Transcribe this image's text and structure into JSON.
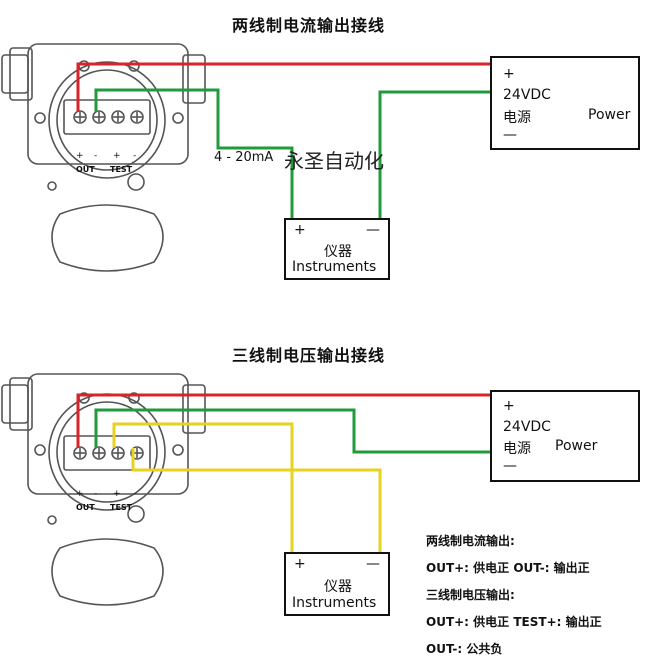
{
  "diagram1": {
    "title": "两线制电流输出接线",
    "power": {
      "plus": "+",
      "voltage": "24VDC",
      "name": "电源",
      "label": "Power",
      "minus": "—"
    },
    "instrument": {
      "plus": "+",
      "minus": "—",
      "name": "仪器",
      "label": "Instruments"
    },
    "signal": "4 - 20mA",
    "watermark": "永圣自动化",
    "terminal_labels": {
      "plus1": "+",
      "minus1": "-",
      "plus2": "+",
      "minus2": "-",
      "out": "OUT",
      "test": "TEST"
    }
  },
  "diagram2": {
    "title": "三线制电压输出接线",
    "power": {
      "plus": "+",
      "voltage": "24VDC",
      "name": "电源",
      "label": "Power",
      "minus": "—"
    },
    "instrument": {
      "plus": "+",
      "minus": "—",
      "name": "仪器",
      "label": "Instruments"
    },
    "terminal_labels": {
      "plus1": "+",
      "minus1": "-",
      "plus2": "+",
      "minus2": "-",
      "out": "OUT",
      "test": "TEST"
    }
  },
  "notes": [
    "两线制电流输出:",
    "OUT+: 供电正  OUT-: 输出正",
    "三线制电压输出:",
    "OUT+: 供电正 TEST+: 输出正",
    "OUT-: 公共负"
  ],
  "colors": {
    "red": "#d8232a",
    "green": "#1f9b3c",
    "yellow": "#e6d21f",
    "outline": "#555555"
  }
}
